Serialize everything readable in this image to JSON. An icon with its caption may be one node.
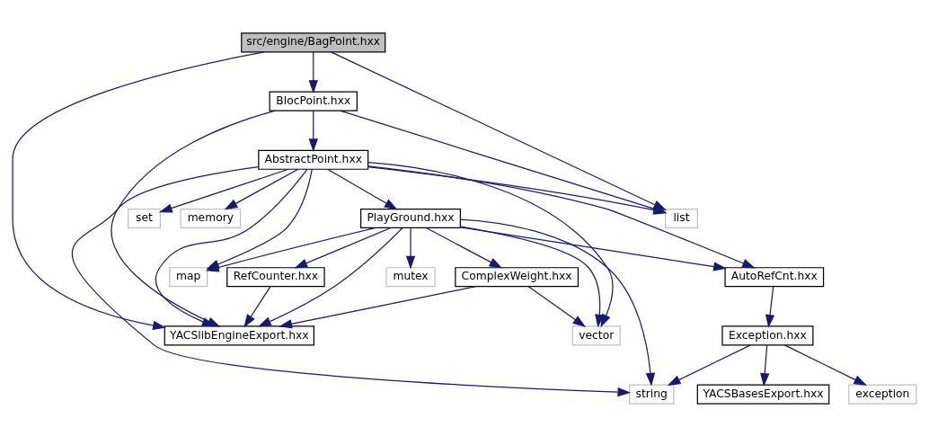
{
  "diagram": {
    "nodes": [
      {
        "text": [
          "src/engine/BagPoint.hxx"
        ]
      },
      {
        "text": [
          "BlocPoint.hxx"
        ]
      },
      {
        "text": [
          "YACSlibEngineExport.hxx"
        ]
      },
      {
        "text": [
          "list"
        ]
      },
      {
        "text": [
          "AbstractPoint.hxx"
        ]
      },
      {
        "text": [
          "string"
        ]
      },
      {
        "text": [
          "set"
        ]
      },
      {
        "text": [
          "memory"
        ]
      },
      {
        "text": [
          "PlayGround.hxx"
        ]
      },
      {
        "text": [
          "map"
        ]
      },
      {
        "text": [
          "AutoRefCnt.hxx"
        ]
      },
      {
        "text": [
          "vector"
        ]
      },
      {
        "text": [
          "mutex"
        ]
      },
      {
        "text": [
          "RefCounter.hxx"
        ]
      },
      {
        "text": [
          "ComplexWeight.hxx"
        ]
      },
      {
        "text": [
          "Exception.hxx"
        ]
      },
      {
        "text": [
          "exception"
        ]
      },
      {
        "text": [
          "YACSBasesExport.hxx"
        ]
      }
    ],
    "edges": [
      {
        "from": 0,
        "to": 1,
        "arrow": "to"
      },
      {
        "from": 0,
        "to": 2,
        "arrow": "to"
      },
      {
        "from": 0,
        "to": 3,
        "arrow": "to"
      },
      {
        "from": 1,
        "to": 4,
        "arrow": "to"
      },
      {
        "from": 1,
        "to": 2,
        "arrow": "to"
      },
      {
        "from": 1,
        "to": 3,
        "arrow": "to"
      },
      {
        "from": 4,
        "to": 2,
        "arrow": "to"
      },
      {
        "from": 4,
        "to": 5,
        "arrow": "to"
      },
      {
        "from": 4,
        "to": 6,
        "arrow": "to"
      },
      {
        "from": 4,
        "to": 7,
        "arrow": "to"
      },
      {
        "from": 4,
        "to": 8,
        "arrow": "to"
      },
      {
        "from": 4,
        "to": 9,
        "arrow": "to"
      },
      {
        "from": 4,
        "to": 10,
        "arrow": "to"
      },
      {
        "from": 4,
        "to": 11,
        "arrow": "to"
      },
      {
        "from": 4,
        "to": 3,
        "arrow": "to"
      },
      {
        "from": 8,
        "to": 2,
        "arrow": "to"
      },
      {
        "from": 8,
        "to": 12,
        "arrow": "to"
      },
      {
        "from": 8,
        "to": 13,
        "arrow": "to"
      },
      {
        "from": 8,
        "to": 14,
        "arrow": "to"
      },
      {
        "from": 8,
        "to": 11,
        "arrow": "to"
      },
      {
        "from": 8,
        "to": 5,
        "arrow": "to"
      },
      {
        "from": 8,
        "to": 9,
        "arrow": "to"
      },
      {
        "from": 8,
        "to": 10,
        "arrow": "to"
      },
      {
        "from": 13,
        "to": 2,
        "arrow": "to"
      },
      {
        "from": 14,
        "to": 2,
        "arrow": "to"
      },
      {
        "from": 14,
        "to": 11,
        "arrow": "to"
      },
      {
        "from": 10,
        "to": 15,
        "arrow": "to"
      },
      {
        "from": 15,
        "to": 5,
        "arrow": "to"
      },
      {
        "from": 15,
        "to": 16,
        "arrow": "to"
      },
      {
        "from": 15,
        "to": 17,
        "arrow": "to"
      }
    ]
  }
}
